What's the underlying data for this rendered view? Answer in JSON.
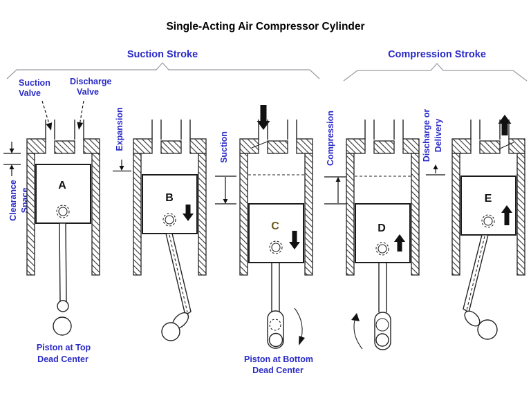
{
  "title": "Single-Acting Air Compressor Cylinder",
  "strokes": {
    "suction": "Suction Stroke",
    "compression": "Compression Stroke"
  },
  "valves": {
    "suction1": "Suction",
    "suction2": "Valve",
    "discharge1": "Discharge",
    "discharge2": "Valve"
  },
  "dims": {
    "clearance1": "Clearance",
    "clearance2": "Space",
    "expansion": "Expansion",
    "suction": "Suction",
    "compression": "Compression",
    "discharge1": "Discharge or",
    "discharge2": "Delivery"
  },
  "pistons": {
    "a": "A",
    "b": "B",
    "c": "C",
    "d": "D",
    "e": "E"
  },
  "captions": {
    "tdc1": "Piston at Top",
    "tdc2": "Dead Center",
    "bdc1": "Piston at Bottom",
    "bdc2": "Dead Center"
  },
  "colors": {
    "label_blue": "#2a2ac6",
    "title_black": "#000000",
    "bracket_gray": "#9a9aa2",
    "line_dark": "#1c1c1c",
    "piston_c_letter": "#6b5a1a"
  }
}
